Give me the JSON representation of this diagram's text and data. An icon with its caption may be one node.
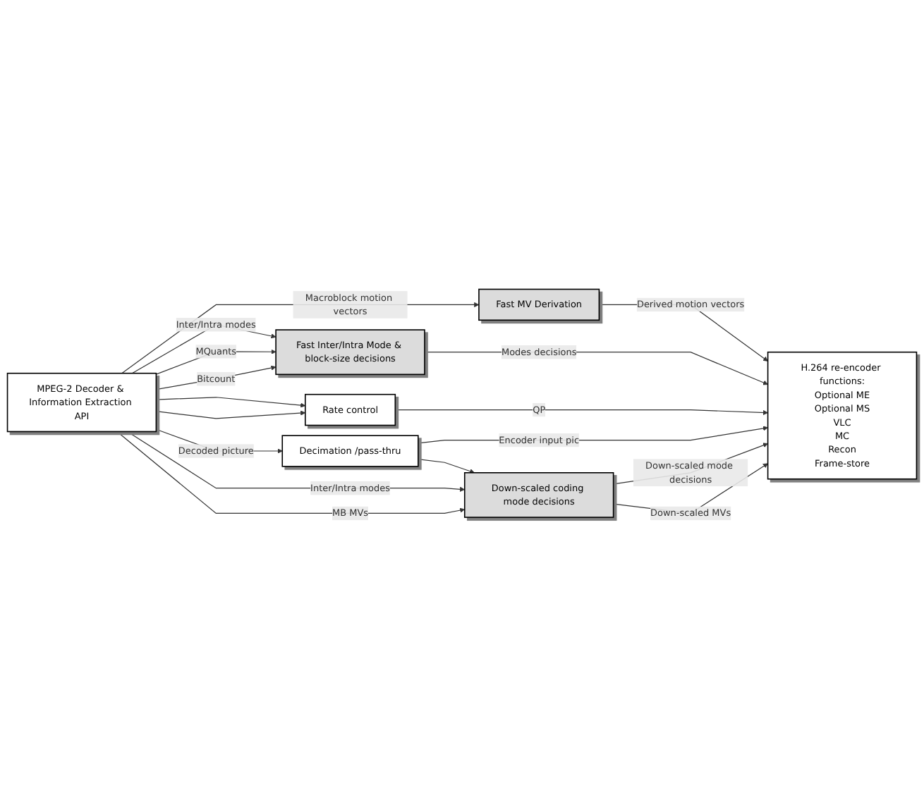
{
  "diagram": {
    "nodes": [
      {
        "text": [
          "MPEG-2 Decoder & Information Extraction API"
        ]
      },
      {
        "text": [
          "Fast MV Derivation"
        ]
      },
      {
        "text": [
          "Fast Inter/Intra Mode & block-size decisions"
        ]
      },
      {
        "text": [
          "Rate control"
        ]
      },
      {
        "text": [
          "Decimation /pass-thru"
        ]
      },
      {
        "text": [
          "Down-scaled coding mode decisions"
        ]
      },
      {
        "text": [
          "H.264 re-encoder functions:",
          "Optional ME",
          "Optional MS",
          "VLC",
          "MC",
          "Recon",
          "Frame-store"
        ]
      }
    ],
    "edges": [
      {
        "from": 0,
        "to": 1,
        "arrow": "to",
        "label": "Macroblock motion vectors"
      },
      {
        "from": 1,
        "to": 6,
        "arrow": "to",
        "label": "Derived motion vectors"
      },
      {
        "from": 0,
        "to": 2,
        "arrow": "to",
        "label": "Inter/Intra modes"
      },
      {
        "from": 0,
        "to": 2,
        "arrow": "to",
        "label": "MQuants"
      },
      {
        "from": 0,
        "to": 3,
        "arrow": "to"
      },
      {
        "from": 0,
        "to": 2,
        "arrow": "to",
        "label": "Bitcount"
      },
      {
        "from": 0,
        "to": 3,
        "arrow": "to"
      },
      {
        "from": 2,
        "to": 6,
        "arrow": "to",
        "label": "Modes decisions"
      },
      {
        "from": 3,
        "to": 6,
        "arrow": "to",
        "label": "QP"
      },
      {
        "from": 0,
        "to": 4,
        "arrow": "to",
        "label": "Decoded picture"
      },
      {
        "from": 4,
        "to": 6,
        "arrow": "to",
        "label": "Encoder input pic"
      },
      {
        "from": 4,
        "to": 5,
        "arrow": "to"
      },
      {
        "from": 0,
        "to": 5,
        "arrow": "to",
        "label": "Inter/Intra modes"
      },
      {
        "from": 0,
        "to": 5,
        "arrow": "to",
        "label": "MB MVs"
      },
      {
        "from": 5,
        "to": 6,
        "arrow": "to",
        "label": "Down-scaled mode decisions"
      },
      {
        "from": 5,
        "to": 6,
        "arrow": "to",
        "label": "Down-scaled MVs"
      }
    ]
  }
}
